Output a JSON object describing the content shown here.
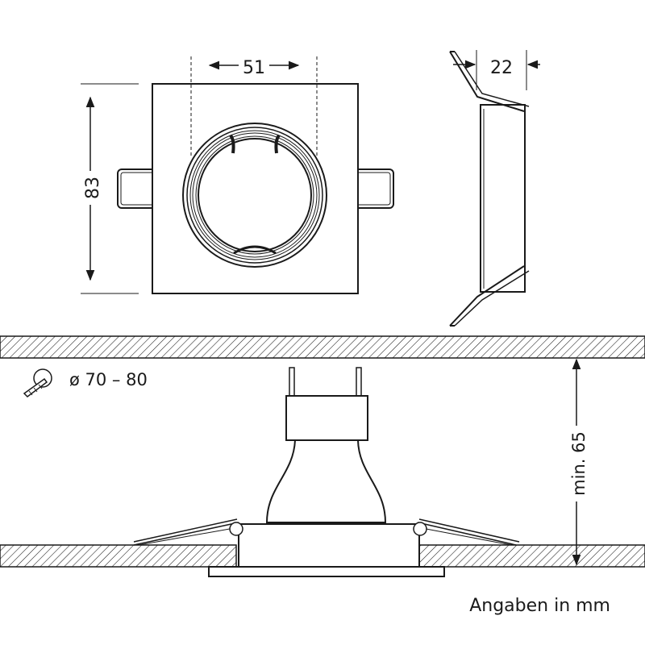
{
  "front_view": {
    "width_label": "51",
    "height_label": "83"
  },
  "side_view": {
    "depth_label": "22"
  },
  "install_view": {
    "cutout_label": "ø 70 – 80",
    "min_depth_label": "min. 65"
  },
  "footer": {
    "units_note": "Angaben in mm"
  },
  "icons": {
    "drill": "drill-icon"
  },
  "colors": {
    "line": "#1a1a1a",
    "background": "#ffffff"
  }
}
